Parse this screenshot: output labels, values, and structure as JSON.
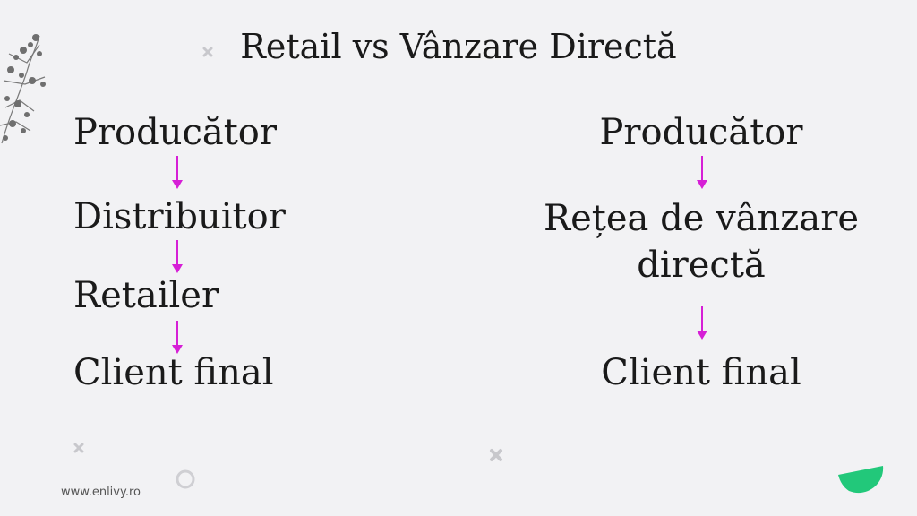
{
  "title": "Retail vs Vânzare Directă",
  "left_chain": {
    "steps": [
      "Producător",
      "Distribuitor",
      "Retailer",
      "Client final"
    ]
  },
  "right_chain": {
    "steps": [
      "Producător",
      "Rețea de vânzare directă",
      "Client final"
    ],
    "step_lines": [
      "Producător",
      "Rețea de vânzare",
      "directă",
      "Client final"
    ]
  },
  "footer": {
    "website": "www.enlivy.ro"
  },
  "colors": {
    "background": "#f2f2f4",
    "arrow": "#d61fd6",
    "brand_accent": "#22c87a",
    "text": "#1a1a1a"
  },
  "icons": [
    "plant-sketch-icon",
    "down-arrow-icon",
    "cross-icon",
    "circle-icon",
    "half-circle-logo-icon"
  ]
}
